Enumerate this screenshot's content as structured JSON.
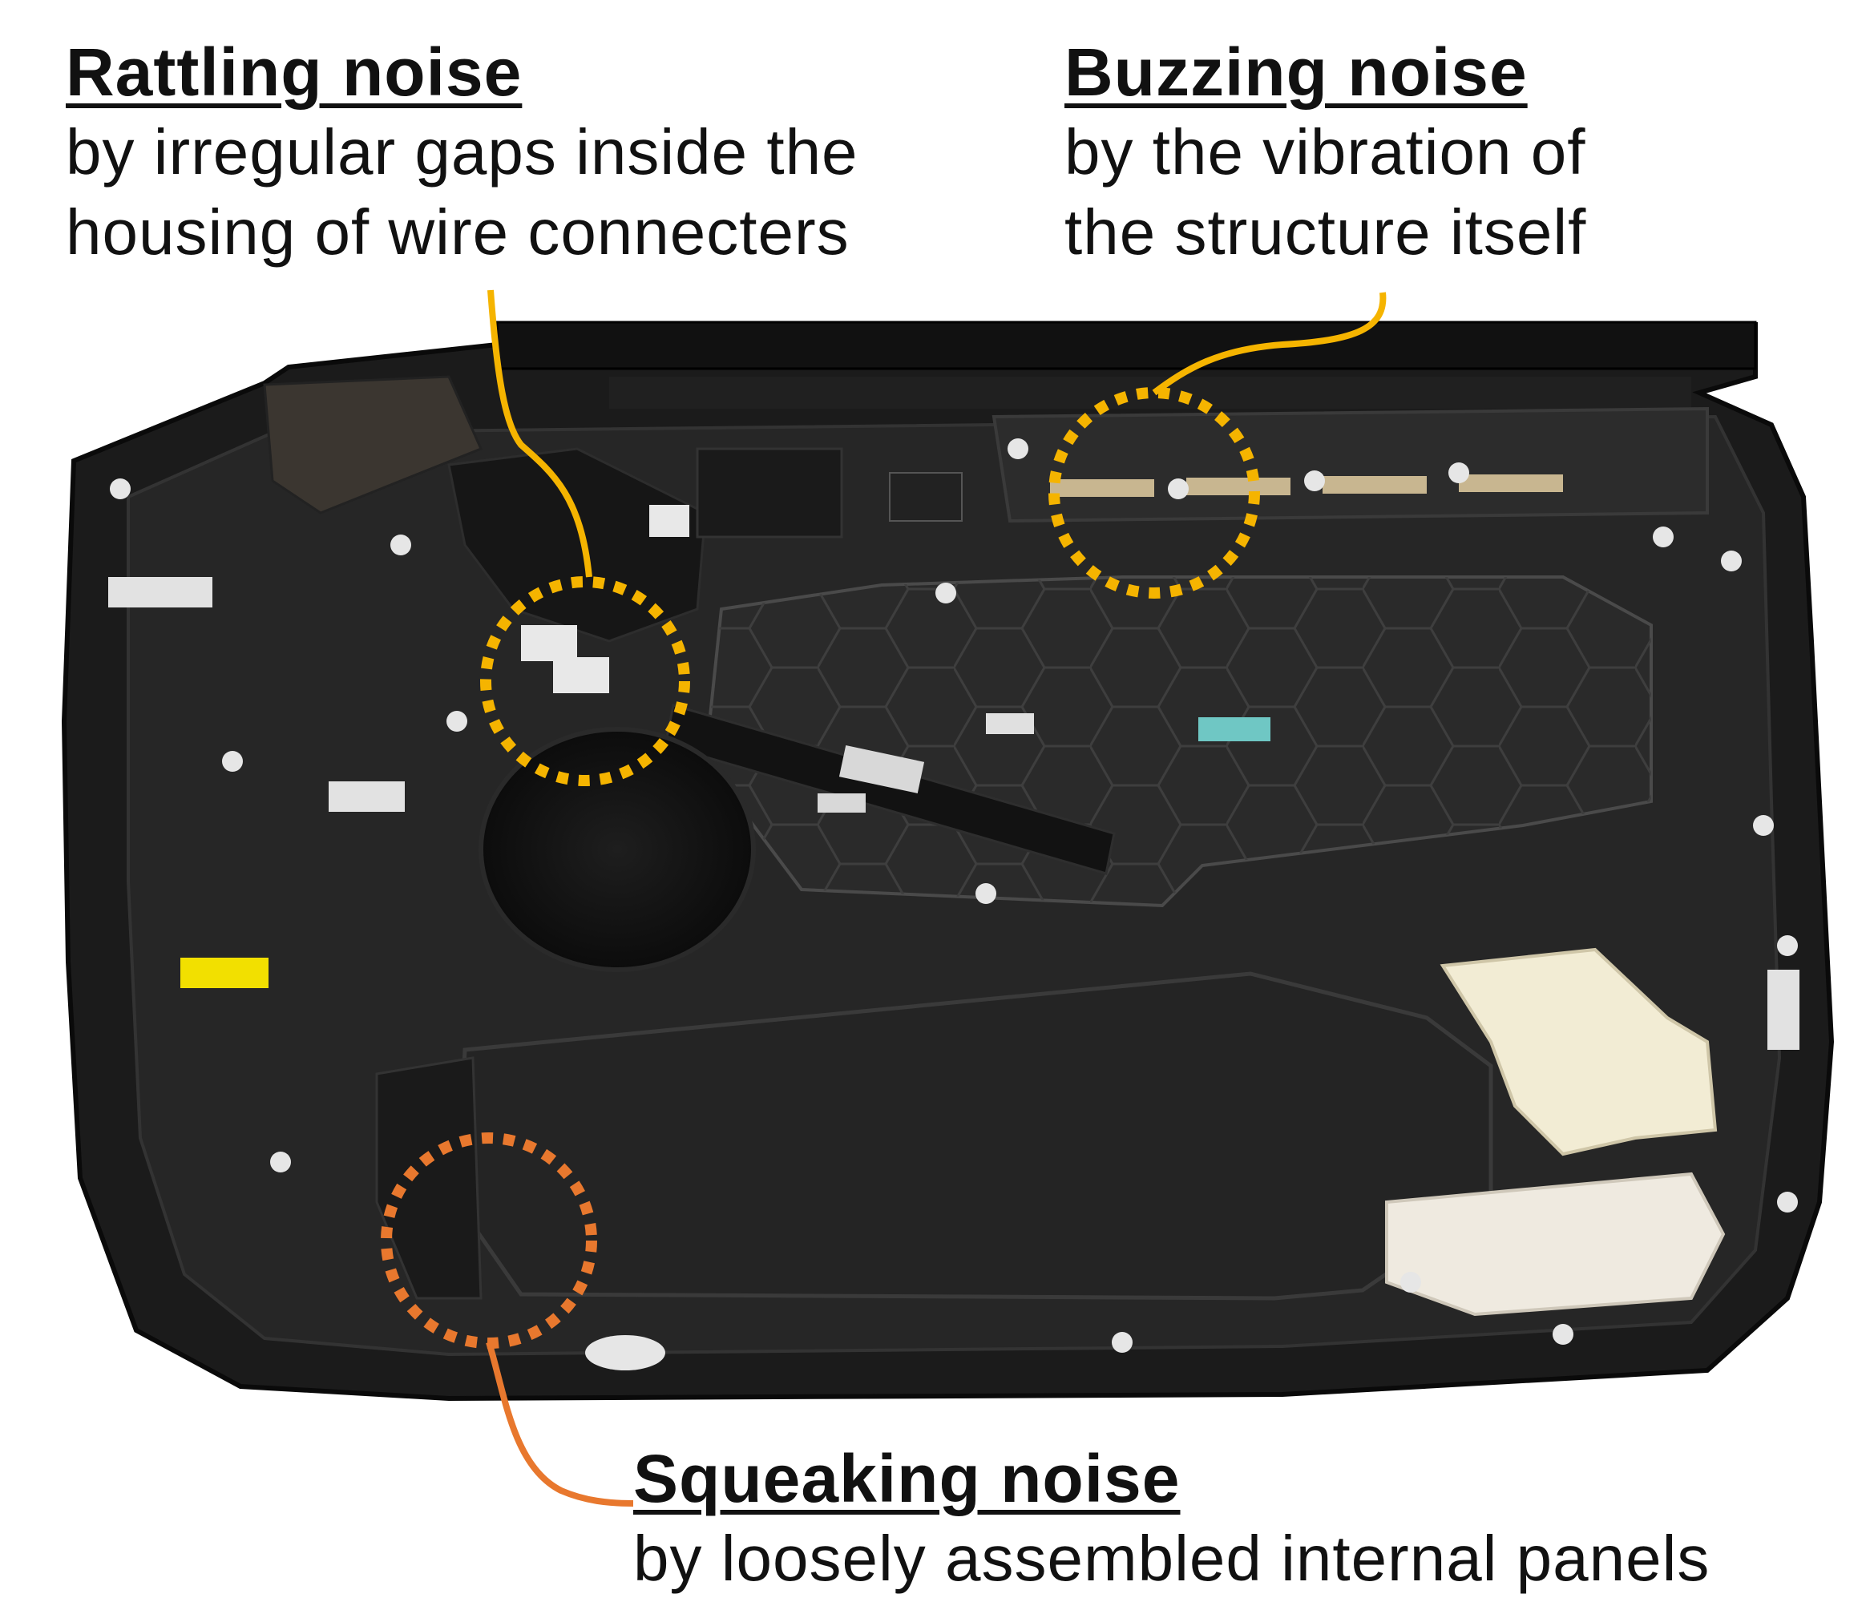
{
  "annotations": {
    "rattling": {
      "title": "Rattling noise",
      "line1": "by irregular gaps inside the",
      "line2": "housing of wire connecters",
      "color": "#F5B400"
    },
    "buzzing": {
      "title": "Buzzing noise",
      "line1": "by the vibration of",
      "line2": "the structure itself",
      "color": "#F5B400"
    },
    "squeaking": {
      "title": "Squeaking noise",
      "line1": "by loosely assembled internal panels",
      "color": "#E8782E"
    }
  }
}
